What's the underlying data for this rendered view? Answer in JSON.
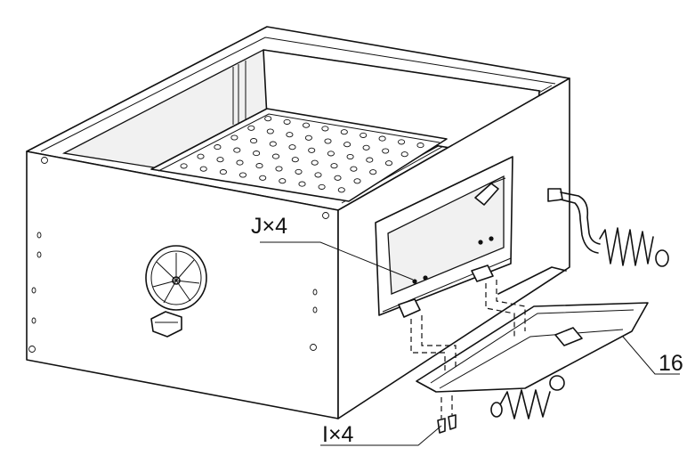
{
  "callouts": {
    "j_screws": "J×4",
    "i_screws": "I×4",
    "part_number": "16"
  }
}
